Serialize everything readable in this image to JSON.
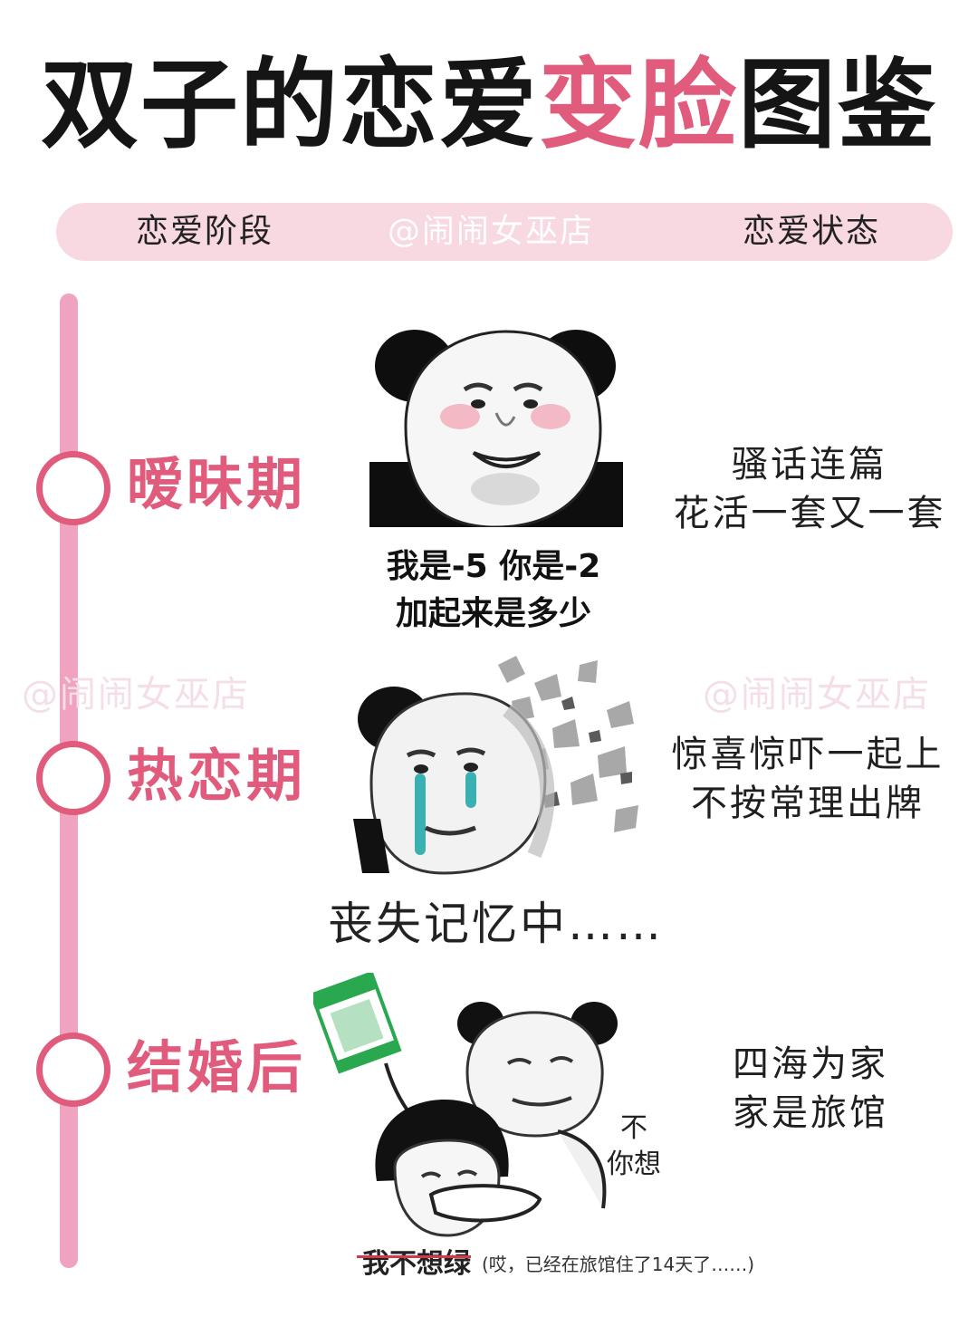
{
  "title": {
    "main": "双子的恋爱",
    "accent": "变脸",
    "tail": "图鉴"
  },
  "header": {
    "left": "恋爱阶段",
    "middle": "@闹闹女巫店",
    "right": "恋爱状态"
  },
  "watermark": "@闹闹女巫店",
  "stages": [
    {
      "label": "暧昧期",
      "state_lines": [
        "骚话连篇",
        "花活一套又一套"
      ],
      "meme_caption_lines": [
        "我是-5  你是-2",
        "加起来是多少"
      ]
    },
    {
      "label": "热恋期",
      "state_lines": [
        "惊喜惊吓一起上",
        "不按常理出牌"
      ],
      "meme_caption": "丧失记忆中……"
    },
    {
      "label": "结婚后",
      "state_lines": [
        "四海为家",
        "家是旅馆"
      ],
      "bubble_lines": [
        "不",
        "你想"
      ],
      "strike_text": "我不想绿",
      "note": "(哎，已经在旅馆住了14天了……)"
    }
  ],
  "colors": {
    "accent": "#e05b7c",
    "timeline": "#f0a3c0",
    "header_bg": "#f8d8e1"
  }
}
